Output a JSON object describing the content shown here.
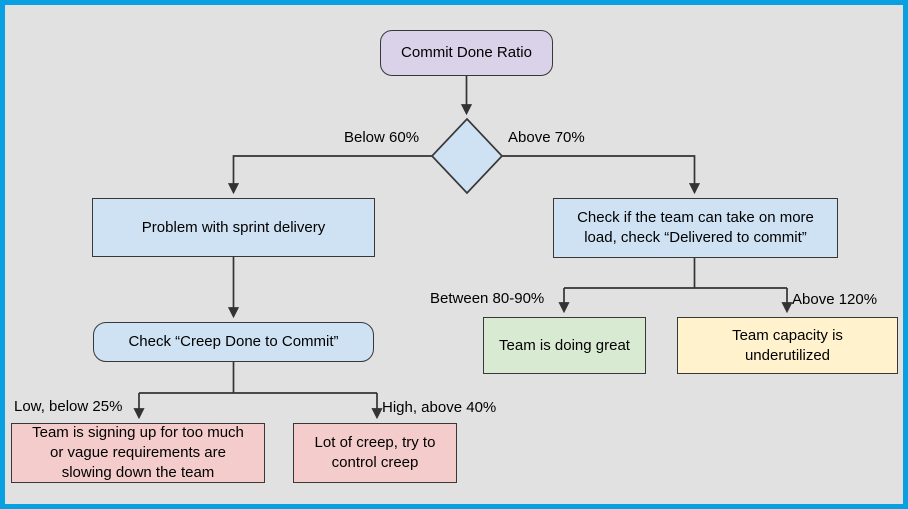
{
  "diagram": {
    "nodes": {
      "root": {
        "label": "Commit Done Ratio"
      },
      "problem": {
        "label": "Problem with sprint delivery"
      },
      "check_load": {
        "label": "Check if the team can take on more\nload, check “Delivered to commit”"
      },
      "check_creep": {
        "label": "Check “Creep Done to Commit”"
      },
      "overcommit": {
        "label": "Team is signing up for too much\nor vague requirements are\nslowing down the team"
      },
      "creep_control": {
        "label": "Lot of creep, try to\ncontrol creep"
      },
      "doing_great": {
        "label": "Team is doing great"
      },
      "underutilized": {
        "label": "Team capacity is\nunderutilized"
      }
    },
    "edge_labels": {
      "below_60": "Below 60%",
      "above_70": "Above 70%",
      "between_80_90": "Between 80-90%",
      "above_120": "Above 120%",
      "low_below_25": "Low, below 25%",
      "high_above_40": "High, above 40%"
    },
    "colors": {
      "frame_border": "#08a0e0",
      "background": "#e1e1e1",
      "root_fill": "#d9d2e9",
      "process_fill": "#cfe2f3",
      "warning_fill": "#f4cccc",
      "success_fill": "#d9ead3",
      "info_fill": "#fff2cc",
      "line": "#333333",
      "text": "#000000"
    }
  }
}
